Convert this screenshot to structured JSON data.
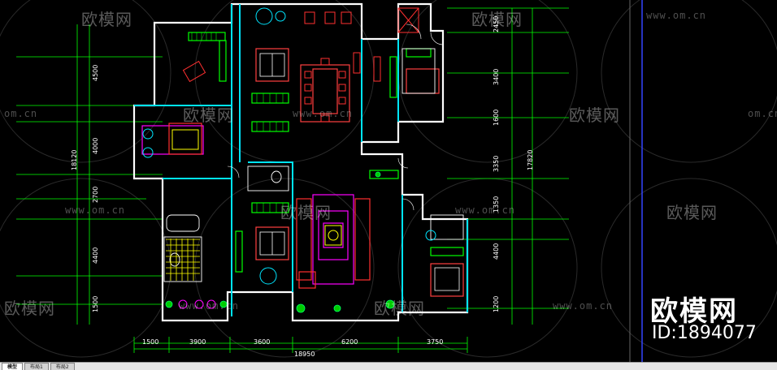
{
  "watermark": {
    "brand": "欧模网",
    "url": "www.om.cn",
    "url_short": "om.cn"
  },
  "brand_badge": {
    "name": "欧模网",
    "id": "ID:1894077"
  },
  "dimensions": {
    "bottom": [
      "1500",
      "3900",
      "3600",
      "6200",
      "3750"
    ],
    "bottom_total": "18950",
    "left": [
      "4500",
      "4000",
      "2700",
      "4400",
      "1500"
    ],
    "left_total": "18120",
    "right": [
      "2450",
      "3400",
      "1600",
      "3350",
      "1350",
      "4400",
      "1200"
    ],
    "right_total": "17820"
  },
  "tabs": [
    {
      "label": "模型",
      "active": true
    },
    {
      "label": "布局1",
      "active": false
    },
    {
      "label": "布局2",
      "active": false
    }
  ],
  "colors": {
    "background": "#000000",
    "wall": "#ffffff",
    "cyan": "#00e5ff",
    "green": "#00ff00",
    "magenta": "#ff00ff",
    "red": "#ff3030",
    "yellow": "#ffff00"
  }
}
